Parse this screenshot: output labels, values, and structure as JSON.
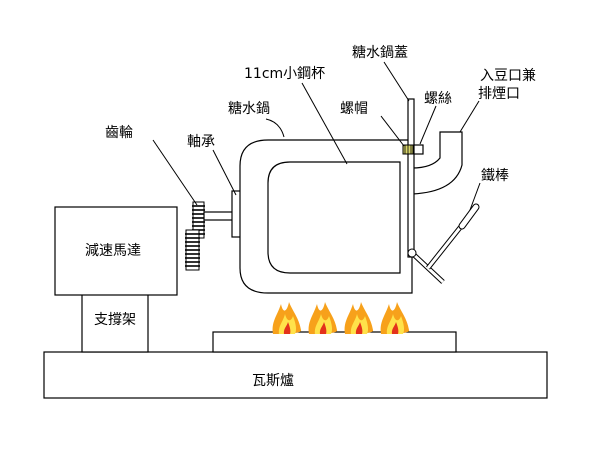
{
  "labels": {
    "motor": "減速馬達",
    "support": "支撐架",
    "stove": "瓦斯爐",
    "gear": "齒輪",
    "bearing": "軸承",
    "syrup_pot": "糖水鍋",
    "steel_cup": "11cm小鋼杯",
    "pot_lid": "糖水鍋蓋",
    "nut": "螺帽",
    "screw": "螺絲",
    "inlet_line1": "入豆口兼",
    "inlet_line2": "排煙口",
    "iron_rod": "鐵棒"
  },
  "colors": {
    "flame_outer": "#f7a11b",
    "flame_inner": "#ffe24a",
    "flame_core": "#e3321b",
    "nut_fill": "#d9d66a"
  }
}
